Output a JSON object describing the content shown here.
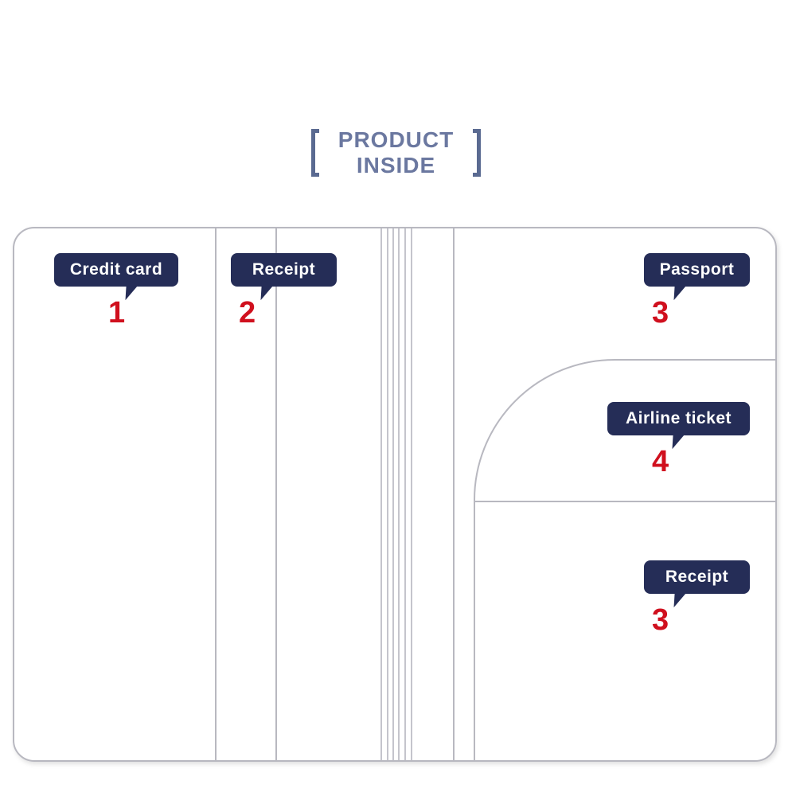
{
  "header": {
    "line1": "PRODUCT",
    "line2": "INSIDE"
  },
  "colors": {
    "bubble": "#252d57",
    "number": "#d0101e",
    "heading": "#6b78a0",
    "outline": "#b8b8c0"
  },
  "labels": {
    "credit_card": {
      "text": "Credit  card",
      "number": "1"
    },
    "receipt_left": {
      "text": "Receipt",
      "number": "2"
    },
    "passport": {
      "text": "Passport",
      "number": "3"
    },
    "airline_ticket": {
      "text": "Airline  ticket",
      "number": "4"
    },
    "receipt_right": {
      "text": "Receipt",
      "number": "3"
    }
  }
}
